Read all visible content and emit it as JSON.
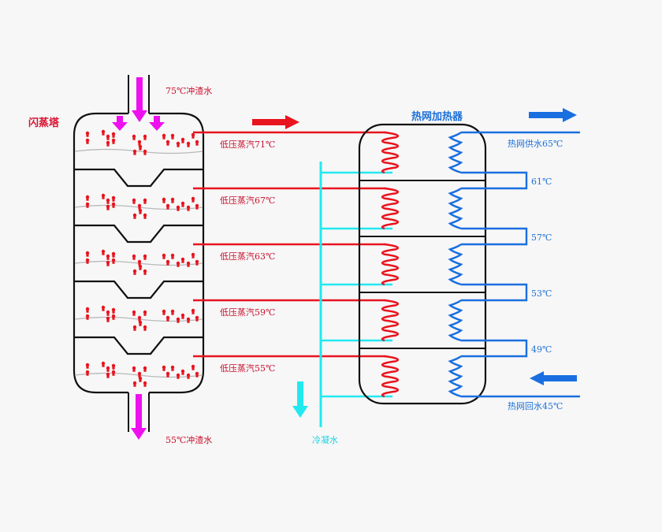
{
  "colors": {
    "steam": "#e8141e",
    "slag_water": "#ee10ee",
    "condensate": "#22e8f0",
    "network_water": "#1a6fe0",
    "vessel": "#111111",
    "level_line": "#b8b8b8"
  },
  "flash_tower": {
    "title": "闪蒸塔",
    "inlet_label": "75℃冲渣水",
    "outlet_label": "55℃冲渣水",
    "stages": 5
  },
  "steam_lines": [
    {
      "label": "低压蒸汽71℃",
      "temp_c": 71
    },
    {
      "label": "低压蒸汽67℃",
      "temp_c": 67
    },
    {
      "label": "低压蒸汽63℃",
      "temp_c": 63
    },
    {
      "label": "低压蒸汽59℃",
      "temp_c": 59
    },
    {
      "label": "低压蒸汽55℃",
      "temp_c": 55
    }
  ],
  "condensate": {
    "label": "冷凝水"
  },
  "heater": {
    "title": "热网加热器",
    "supply_label": "热网供水65℃",
    "return_label": "热网回水45℃",
    "intermediate_temps": [
      {
        "label": "61℃",
        "temp_c": 61
      },
      {
        "label": "57℃",
        "temp_c": 57
      },
      {
        "label": "53℃",
        "temp_c": 53
      },
      {
        "label": "49℃",
        "temp_c": 49
      }
    ]
  }
}
